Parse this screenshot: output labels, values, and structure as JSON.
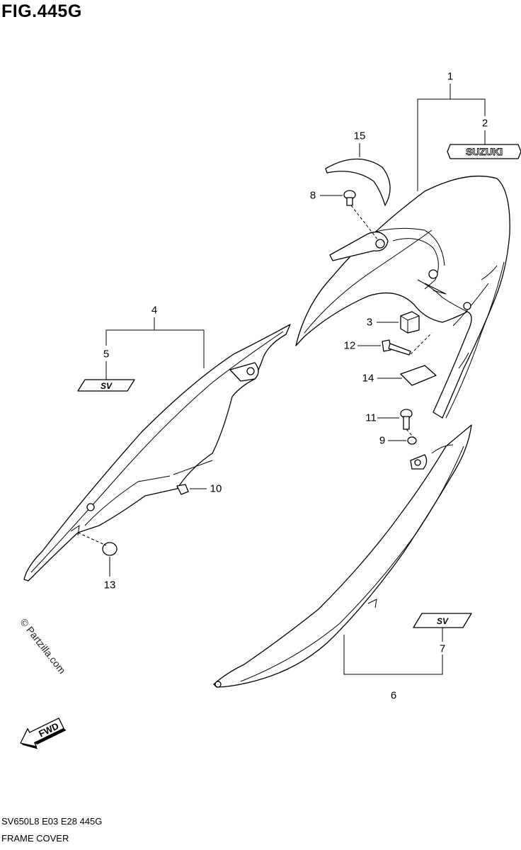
{
  "figure": {
    "title": "FIG.445G",
    "model_code": "SV650L8  E03  E28  445G",
    "name": "FRAME COVER"
  },
  "callouts": [
    "1",
    "2",
    "3",
    "4",
    "5",
    "6",
    "7",
    "8",
    "9",
    "10",
    "11",
    "12",
    "13",
    "14",
    "15"
  ],
  "logos": {
    "brand": "SUZUKI",
    "model_badge_left": "SV",
    "model_badge_right": "SV"
  },
  "fwd_arrow": {
    "label": "FWD"
  },
  "watermark": "© Partzilla.com"
}
